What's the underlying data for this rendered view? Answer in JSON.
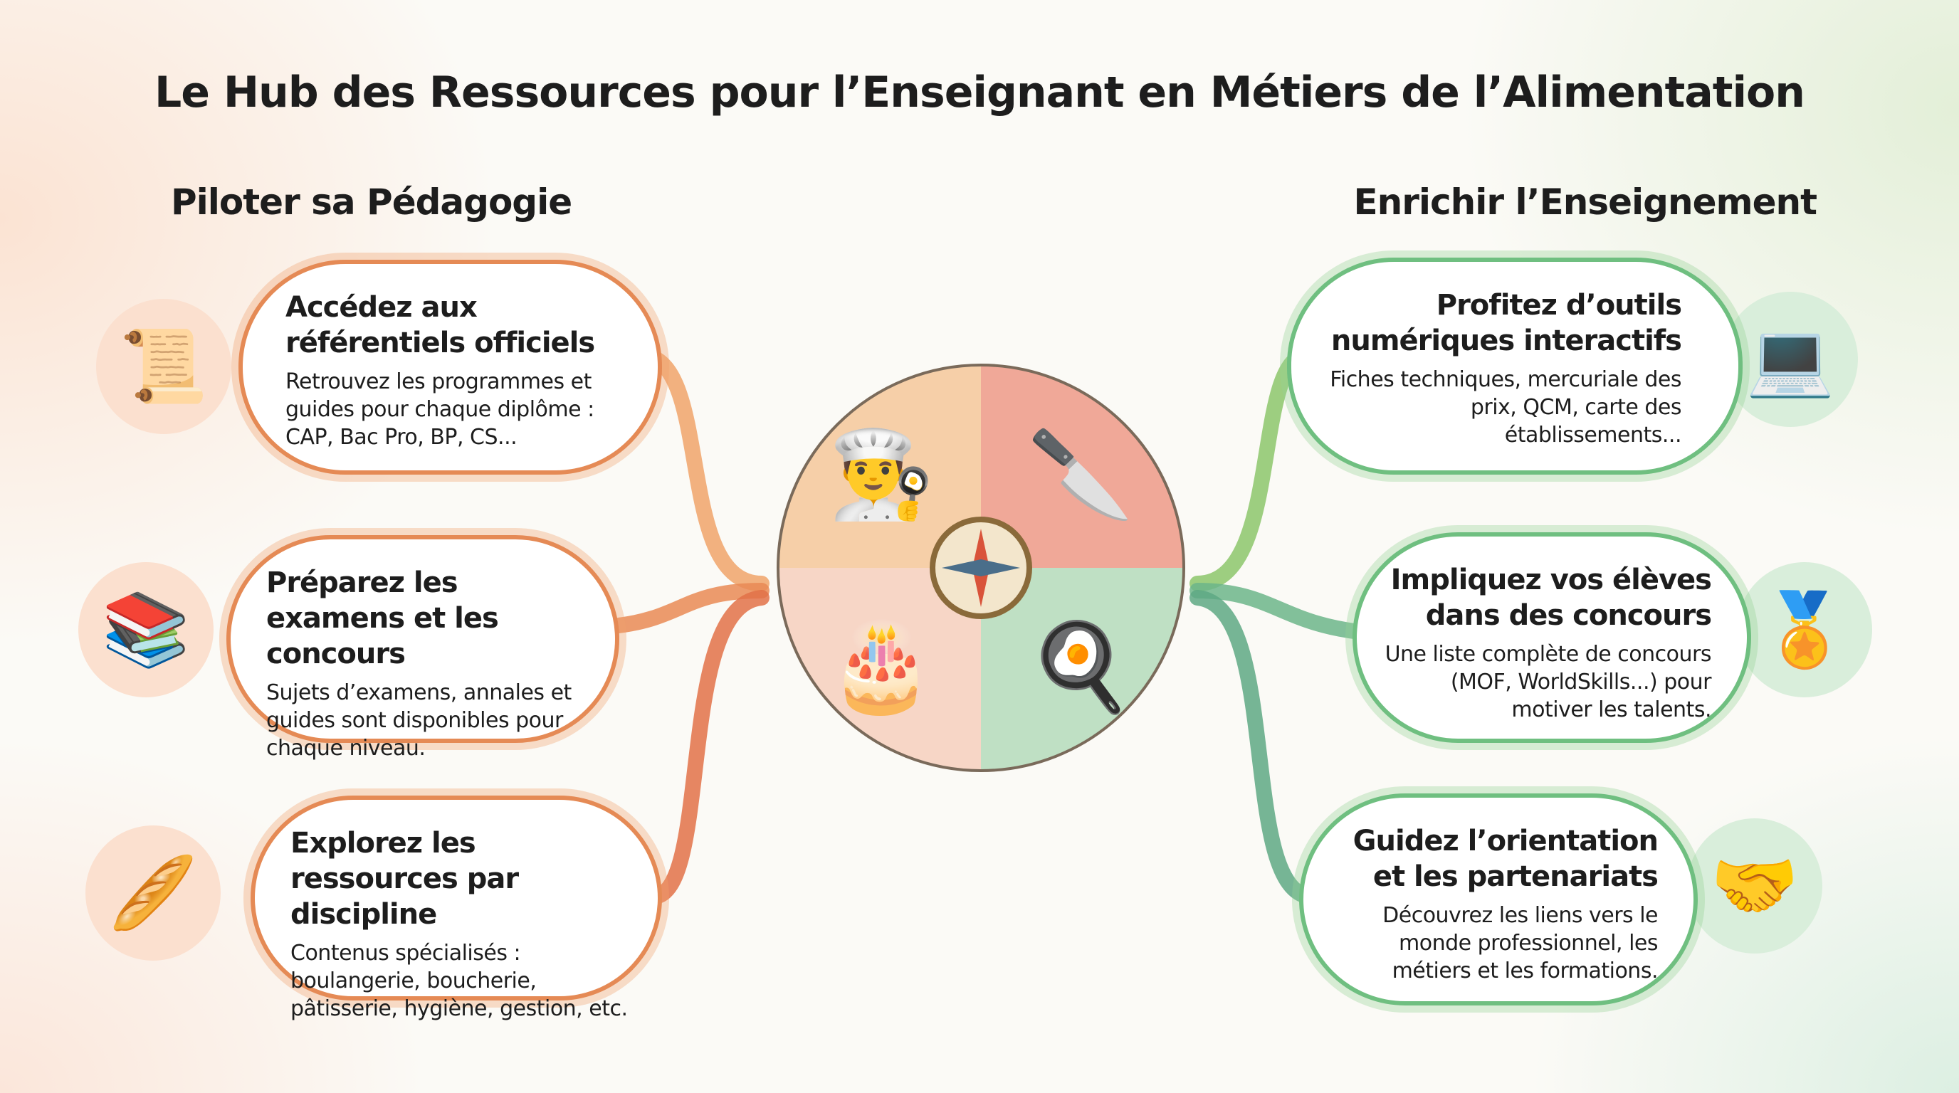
{
  "title": "Le Hub des Ressources pour l’Enseignant en Métiers de l’Alimentation",
  "left": {
    "heading": "Piloter sa Pédagogie",
    "cards": [
      {
        "title": "Accédez aux référentiels officiels",
        "text": "Retrouvez les programmes et guides pour chaque diplôme : CAP, Bac Pro, BP, CS...",
        "icon": "scroll-magnifier-icon"
      },
      {
        "title": "Préparez les examens et les concours",
        "text": "Sujets d’examens, annales et guides sont disponibles pour chaque niveau.",
        "icon": "books-graduation-cap-icon"
      },
      {
        "title": "Explorez les ressources par discipline",
        "text": "Contenus spécialisés : boulangerie, boucherie, pâtisserie, hygiène, gestion, etc.",
        "icon": "food-products-icon"
      }
    ]
  },
  "right": {
    "heading": "Enrichir l’Enseignement",
    "cards": [
      {
        "title": "Profitez d’outils numériques interactifs",
        "text": "Fiches techniques, mercuriale des prix, QCM, carte des établissements...",
        "icon": "tablet-cloud-icon"
      },
      {
        "title": "Impliquez vos élèves dans des concours",
        "text": "Une liste complète de concours (MOF, WorldSkills...) pour motiver les talents.",
        "icon": "medal-podium-icon"
      },
      {
        "title": "Guidez l’orientation et les partenariats",
        "text": "Découvrez les liens vers le monde professionnel, les métiers et les formations.",
        "icon": "globe-handshake-signpost-icon"
      }
    ]
  },
  "colors": {
    "orange": "#e58a55",
    "green": "#6fbf80",
    "hub_q1": "#f6cfa8",
    "hub_q2": "#f0a898",
    "hub_q3": "#f7d6c6",
    "hub_q4": "#bfe0c4"
  }
}
